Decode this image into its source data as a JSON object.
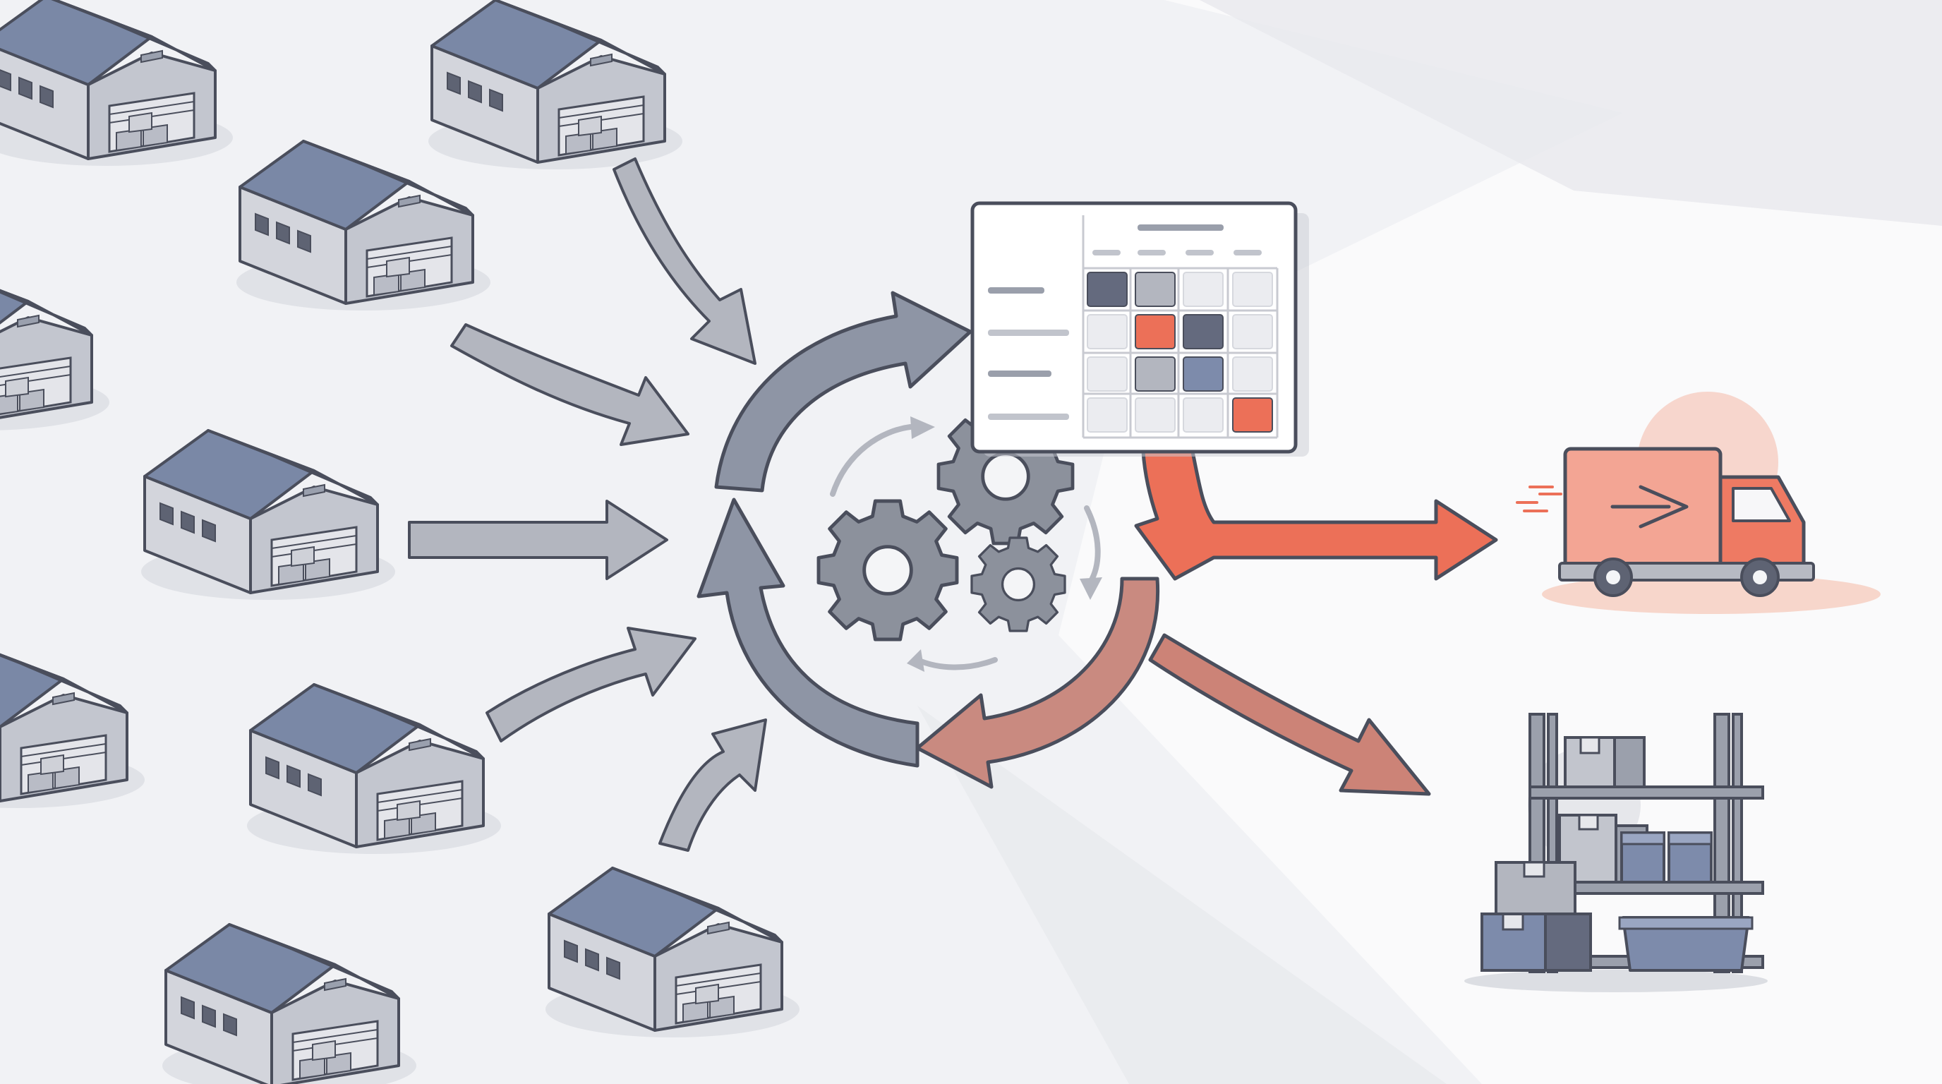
{
  "diagram": {
    "title": "",
    "colors": {
      "background": "#f1f2f5",
      "background_light": "#fafafb",
      "roof": "#7a88a6",
      "wall": "#c9cbd3",
      "wall_dark": "#a9acb6",
      "outline": "#4a4e5c",
      "inbound_arrow": "#b3b6bf",
      "cycle_arrow": "#8e95a5",
      "gear": "#8c919c",
      "outbound_arrow": "#ec7058",
      "outbound_arrow_muted": "#cc8377",
      "truck": "#ee7a63",
      "accent_dark": "#646a7e",
      "accent_blue": "#7d8bab"
    },
    "nodes": [
      {
        "id": "warehouse-1",
        "icon": "warehouse-icon"
      },
      {
        "id": "warehouse-2",
        "icon": "warehouse-icon"
      },
      {
        "id": "warehouse-3",
        "icon": "warehouse-icon"
      },
      {
        "id": "warehouse-4",
        "icon": "warehouse-icon"
      },
      {
        "id": "warehouse-5",
        "icon": "warehouse-icon"
      },
      {
        "id": "warehouse-6",
        "icon": "warehouse-icon"
      },
      {
        "id": "warehouse-7",
        "icon": "warehouse-icon"
      },
      {
        "id": "warehouse-8",
        "icon": "warehouse-icon"
      },
      {
        "id": "warehouse-9",
        "icon": "warehouse-icon"
      },
      {
        "id": "processing-hub",
        "icon": "gears-icon"
      },
      {
        "id": "schedule-grid",
        "icon": "calendar-grid-icon"
      },
      {
        "id": "delivery",
        "icon": "delivery-truck-icon"
      },
      {
        "id": "storage",
        "icon": "storage-shelf-icon"
      }
    ],
    "edges": [
      {
        "from": "warehouse-1",
        "to": "processing-hub",
        "style": "inbound"
      },
      {
        "from": "warehouse-2",
        "to": "processing-hub",
        "style": "inbound"
      },
      {
        "from": "warehouse-3",
        "to": "processing-hub",
        "style": "inbound"
      },
      {
        "from": "warehouse-4",
        "to": "processing-hub",
        "style": "inbound"
      },
      {
        "from": "warehouse-5",
        "to": "processing-hub",
        "style": "inbound"
      },
      {
        "from": "warehouse-6",
        "to": "processing-hub",
        "style": "inbound"
      },
      {
        "from": "processing-hub",
        "to": "delivery",
        "style": "outbound"
      },
      {
        "from": "processing-hub",
        "to": "storage",
        "style": "outbound-muted"
      }
    ],
    "schedule_grid": {
      "rows": 4,
      "cols": 4,
      "cells": [
        [
          "dark",
          "mid",
          "light",
          "light"
        ],
        [
          "light",
          "red",
          "dark",
          "light"
        ],
        [
          "light",
          "mid",
          "blue",
          "light"
        ],
        [
          "light",
          "light",
          "light",
          "red"
        ]
      ]
    }
  }
}
